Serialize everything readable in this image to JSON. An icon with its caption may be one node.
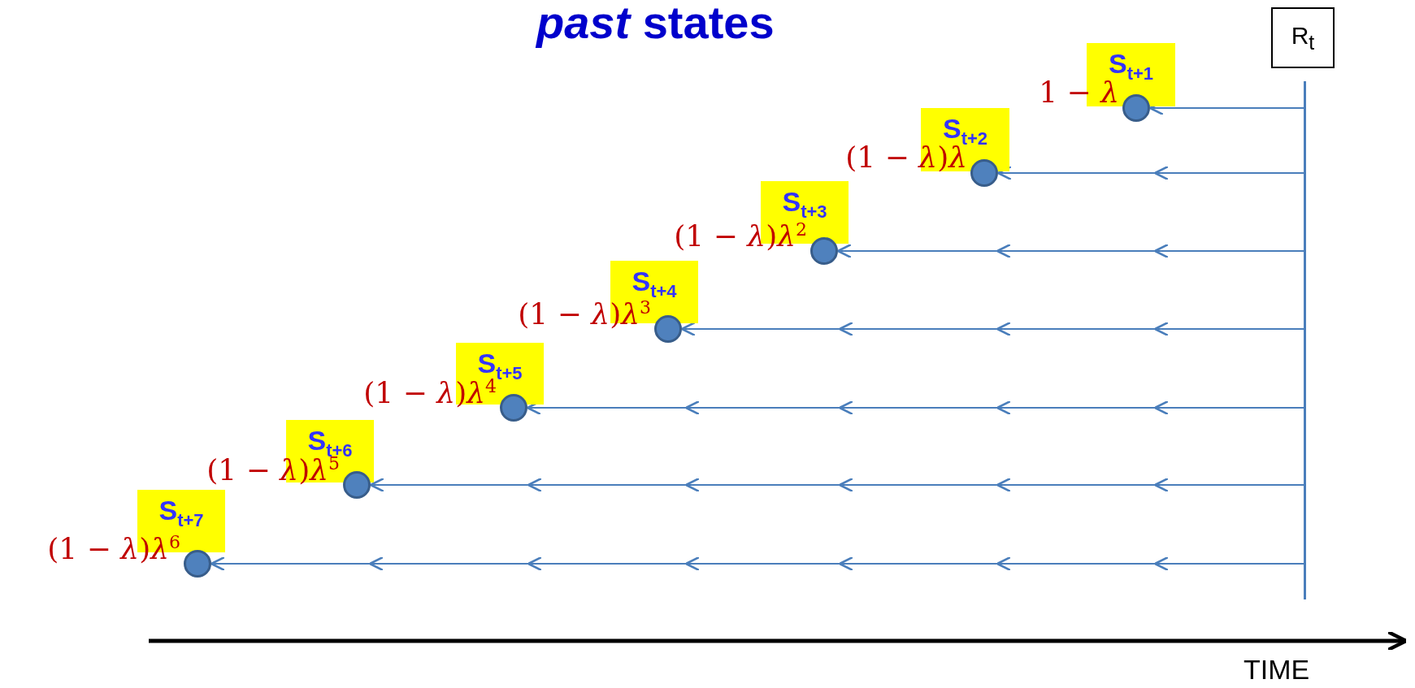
{
  "diagram": {
    "title": "*past* states",
    "nodes": [
      {
        "text": [
          "R$_{t}$"
        ]
      },
      {
        "text": [],
        "shape": "bar"
      },
      {
        "text": [
          "S$_{t+1}$"
        ]
      },
      {
        "text": [],
        "shape": "circle",
        "beside": [
          "1 − *λ*"
        ]
      },
      {
        "text": [
          "S$_{t+2}$"
        ]
      },
      {
        "text": [],
        "shape": "circle",
        "beside": [
          "(1 − *λ*)*λ*"
        ]
      },
      {
        "text": [
          "S$_{t+3}$"
        ]
      },
      {
        "text": [],
        "shape": "circle",
        "beside": [
          "(1 − *λ*)*λ*$^{2}$"
        ]
      },
      {
        "text": [
          "S$_{t+4}$"
        ]
      },
      {
        "text": [],
        "shape": "circle",
        "beside": [
          "(1 − *λ*)*λ*$^{3}$"
        ]
      },
      {
        "text": [
          "S$_{t+5}$"
        ]
      },
      {
        "text": [],
        "shape": "circle",
        "beside": [
          "(1 − *λ*)*λ*$^{4}$"
        ]
      },
      {
        "text": [
          "S$_{t+6}$"
        ]
      },
      {
        "text": [],
        "shape": "circle",
        "beside": [
          "(1 − *λ*)*λ*$^{5}$"
        ]
      },
      {
        "text": [
          "S$_{t+7}$"
        ]
      },
      {
        "text": [],
        "shape": "circle",
        "beside": [
          "(1 − *λ*)*λ*$^{6}$"
        ]
      }
    ],
    "edges": [
      {
        "from": 1,
        "to": 3,
        "arrow": "to"
      },
      {
        "from": 1,
        "to": 5,
        "arrow": "to"
      },
      {
        "from": 1,
        "to": 7,
        "arrow": "to"
      },
      {
        "from": 1,
        "to": 9,
        "arrow": "to"
      },
      {
        "from": 1,
        "to": 11,
        "arrow": "to"
      },
      {
        "from": 1,
        "to": 13,
        "arrow": "to"
      },
      {
        "from": 1,
        "to": 15,
        "arrow": "to"
      }
    ],
    "labels": [
      "TIME"
    ]
  }
}
